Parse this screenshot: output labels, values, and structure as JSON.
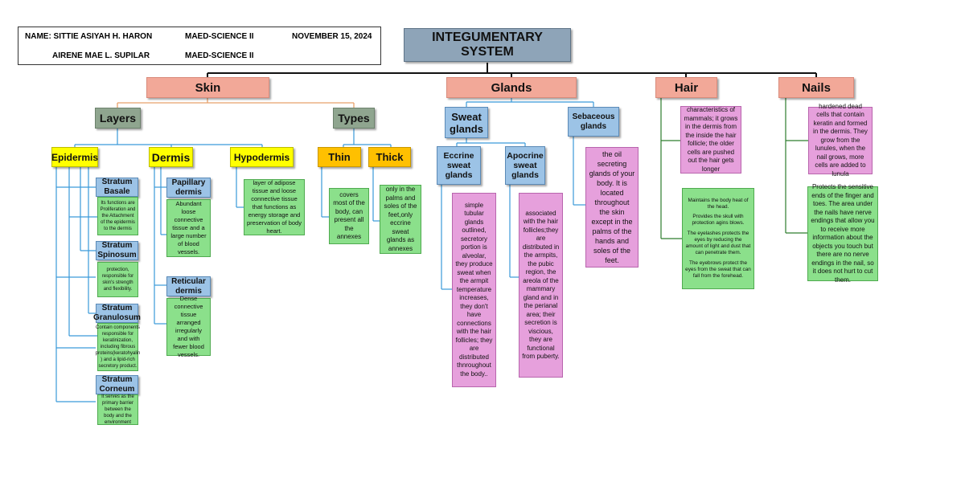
{
  "header": {
    "name1": "NAME: SITTIE ASIYAH H. HARON",
    "program1": "MAED-SCIENCE II",
    "date": "NOVEMBER 15, 2024",
    "name2": "AIRENE MAE L. SUPILAR",
    "program2": "MAED-SCIENCE II"
  },
  "title": "INTEGUMENTARY SYSTEM",
  "skin": {
    "label": "Skin",
    "layers": {
      "label": "Layers",
      "epidermis": {
        "label": "Epidermis",
        "strata": [
          {
            "label": "Stratum Basale",
            "desc": "Its functions are Proliferation and the Attachment of the epidermis to the dermis"
          },
          {
            "label": "Stratum Spinosum",
            "desc": "protection, responsible for skin's strength and flexibility."
          },
          {
            "label": "Stratum Granulosum",
            "desc": "Contain components responsible for keratinization, including fibrous proteins(keratohyalin ) and a lipid-rich secretory product."
          },
          {
            "label": "Stratum Corneum",
            "desc": "It serves as the primary barrier between the body and the environment"
          }
        ]
      },
      "dermis": {
        "label": "Dermis",
        "sublayers": [
          {
            "label": "Papillary dermis",
            "desc": "Abundant loose connective tissue and a large number of blood vessels."
          },
          {
            "label": "Reticular dermis",
            "desc": "Dense connective tissue arranged irregularly and with fewer blood vessels."
          }
        ]
      },
      "hypodermis": {
        "label": "Hypodermis",
        "desc": "layer of adipose tissue and loose connective tissue that functions as energy storage and preservation of body heart."
      }
    },
    "types": {
      "label": "Types",
      "thin": {
        "label": "Thin",
        "desc": "covers most of the body, can present all the annexes"
      },
      "thick": {
        "label": "Thick",
        "desc": "only in the palms and soles of the feet,only eccrine sweat glands as annexes"
      }
    }
  },
  "glands": {
    "label": "Glands",
    "sweat": {
      "label": "Sweat glands",
      "eccrine": {
        "label": "Eccrine sweat glands",
        "desc": "simple tubular glands outlined, secretory portion is alveolar, they produce sweat when the armpit temperature increases, they don't have connections with the hair follicles; they are distributed thnroughout the body.."
      },
      "apocrine": {
        "label": "Apocrine sweat glands",
        "desc": "associated with the hair follicles;they are distributed in the armpits, the pubic region, the areola of the mammary gland and in the perianal area; their secretion is viscious, they are functional from puberty."
      }
    },
    "sebaceous": {
      "label": "Sebaceous glands",
      "desc": "the oil secreting glands of your body. It is located throughout the skin  except in the palms of the hands and soles of the feet."
    }
  },
  "hair": {
    "label": "Hair",
    "desc1": "characteristics of mammals; it grows in the dermis from the inside the hair follicle; the older cells are pushed out the hair gets longer",
    "desc2_lines": [
      "Maintains the body heat of the head.",
      "Provides the skull with protection agins blows.",
      "The eyelashes  protects the eyes by reducing the amount of light and dust that can penetrate them.",
      "The eyebrows protect the eyes from the sweat that can fall from the forehead."
    ]
  },
  "nails": {
    "label": "Nails",
    "desc1": "hardened dead cells that contain keratin and formed in the dermis. They grow from the lunules, when the nail grows, more cells are added to lunula",
    "desc2": "Protects the sensitive ends of the finger and toes. The area under the nails have nerve endings that allow you to receive more information about the objects you touch but there are no nerve endings in the nail, so it does not hurt to cut them."
  },
  "colors": {
    "title": "#8ea4b8",
    "category": "#f2a898",
    "group": "#8fa58f",
    "layer": "#ffff00",
    "type": "#ffc000",
    "sub": "#9cc3e6",
    "desc_green": "#8be08b",
    "desc_pink": "#e6a0dc"
  }
}
